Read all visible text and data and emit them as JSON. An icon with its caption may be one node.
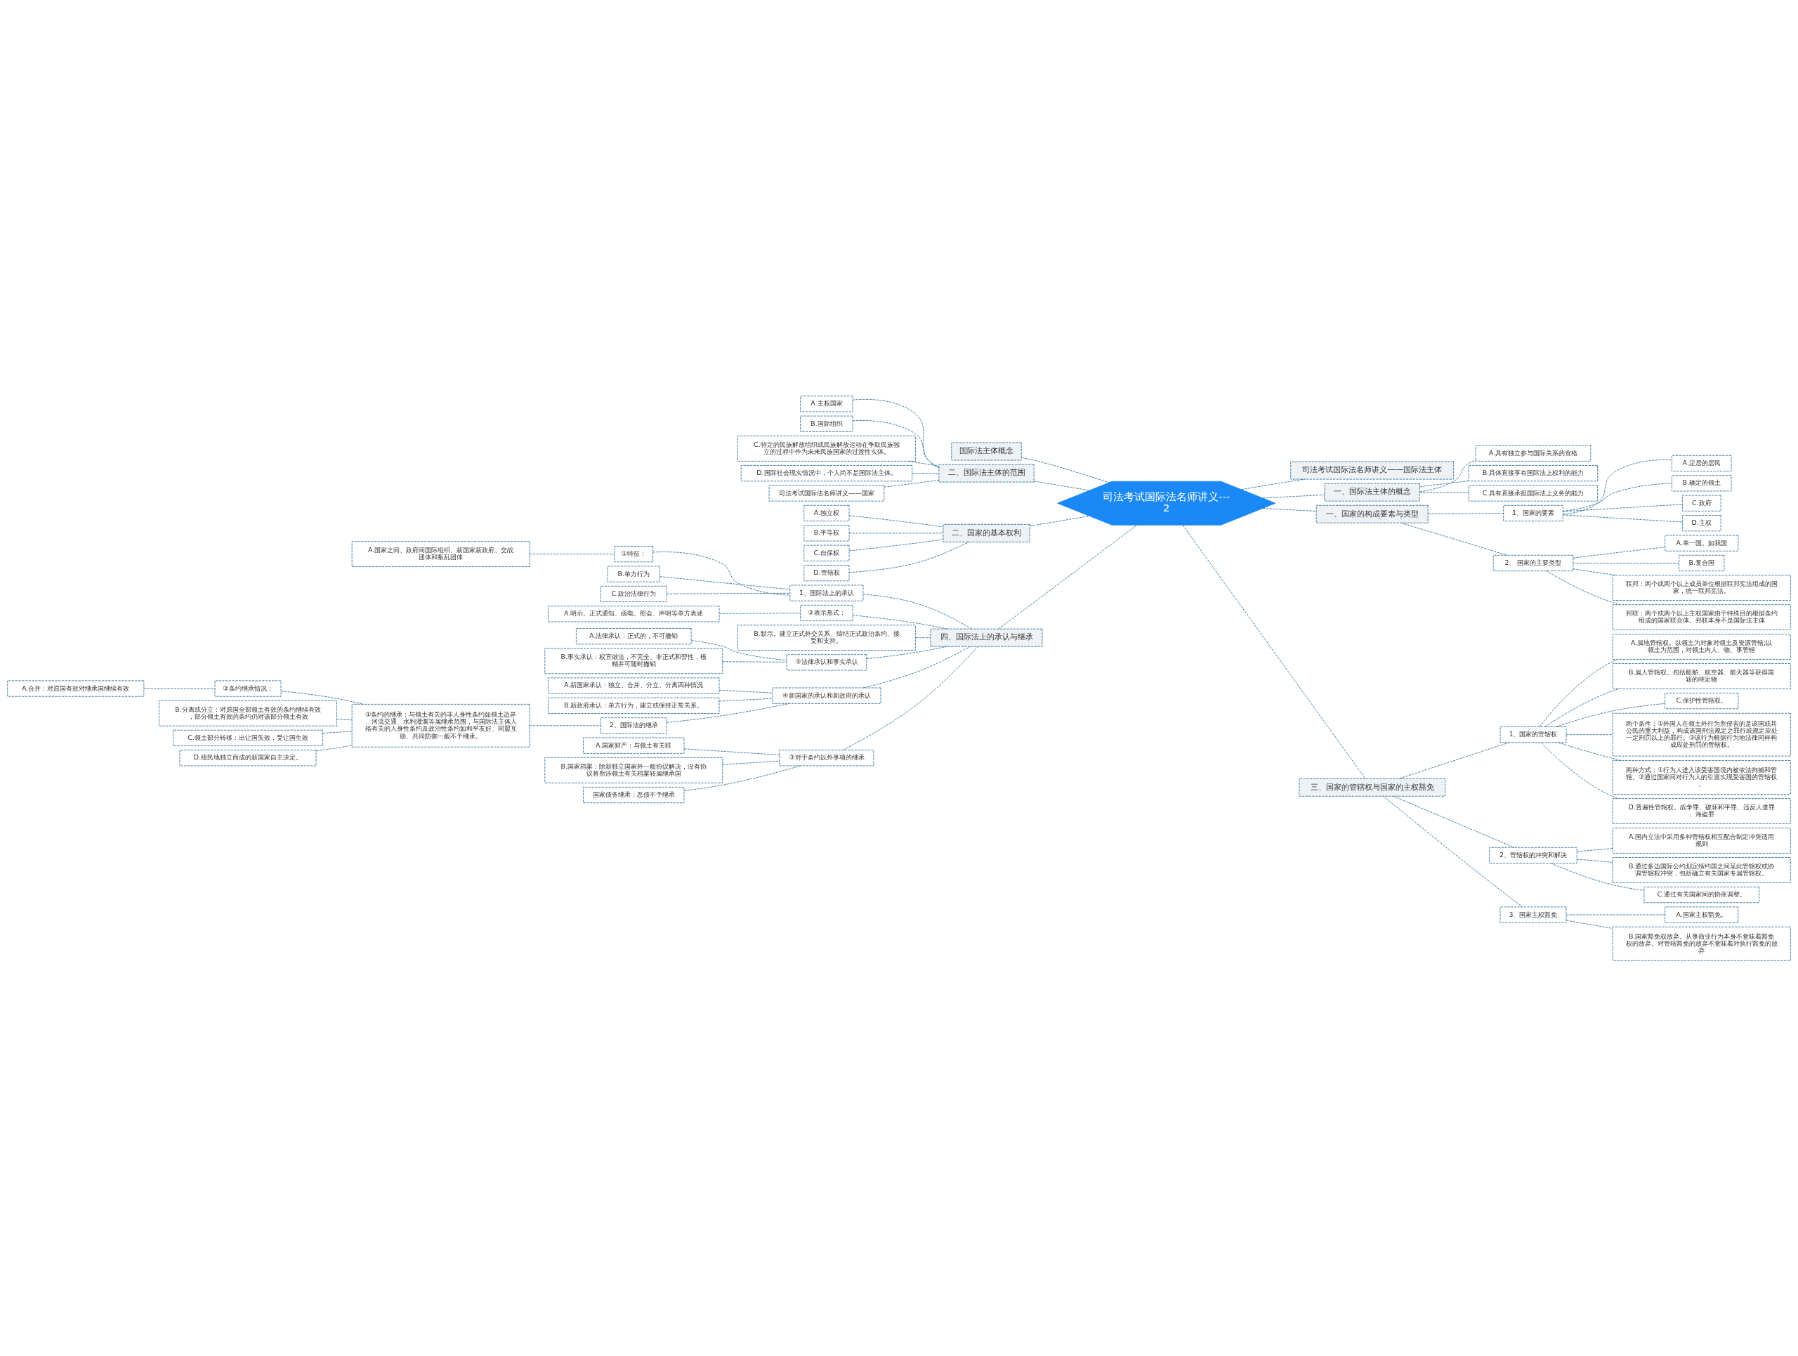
{
  "diagram": {
    "nodes": [
      {
        "text": [
          "司法考试国际法名师讲义---2"
        ]
      },
      {
        "text": [
          "国际法主体概念"
        ]
      },
      {
        "text": [
          "二、国际法主体的范围"
        ]
      },
      {
        "text": [
          "A.主权国家"
        ]
      },
      {
        "text": [
          "B.国际组织"
        ]
      },
      {
        "text": [
          "C.特定的民族解放组织或民族解放运动在争取民族独立的过程中作为未来民族国家的过渡性实体。"
        ]
      },
      {
        "text": [
          "D.国际社会现实情况中，个人尚不是国际法主体。"
        ]
      },
      {
        "text": [
          "司法考试国际法名师讲义——国家"
        ]
      },
      {
        "text": [
          "二、国家的基本权利"
        ]
      },
      {
        "text": [
          "A.独立权"
        ]
      },
      {
        "text": [
          "B.平等权"
        ]
      },
      {
        "text": [
          "C.自保权"
        ]
      },
      {
        "text": [
          "D.管辖权"
        ]
      },
      {
        "text": [
          "四、国际法上的承认与继承"
        ]
      },
      {
        "text": [
          "1、国际法上的承认"
        ]
      },
      {
        "text": [
          "①特征："
        ]
      },
      {
        "text": [
          "A.国家之间、政府间国际组织、新国家新政府、交战团体和叛乱团体"
        ]
      },
      {
        "text": [
          "B.单方行为"
        ]
      },
      {
        "text": [
          "C.政治法律行为"
        ]
      },
      {
        "text": [
          "②表示形式："
        ]
      },
      {
        "text": [
          "A.明示。正式通知、函电、照会、声明等单方表述"
        ]
      },
      {
        "text": [
          "B.默示。建立正式外交关系、缔结正式政治条约、接受和支持。"
        ]
      },
      {
        "text": [
          "③法律承认和事实承认"
        ]
      },
      {
        "text": [
          "A.法律承认：正式的，不可撤销"
        ]
      },
      {
        "text": [
          "B.事实承认：权宜做法，不完全、非正式和暂性，模糊并可随时撤销"
        ]
      },
      {
        "text": [
          "④新国家的承认和新政府的承认"
        ]
      },
      {
        "text": [
          "A.新国家承认：独立、合并、分立、分离四种情况"
        ]
      },
      {
        "text": [
          "B.新政府承认：单方行为，建立或保持正常关系。"
        ]
      },
      {
        "text": [
          "2、国际法的继承"
        ]
      },
      {
        "text": [
          "①条约的继承：与领土有关的非人身性条约如领土边界、河流交通、水利灌溉等属继承范围，与国际法主体人格有关的人身性条约及政治性条约如和平友好、同盟互助、共同防御一般不予继承。"
        ]
      },
      {
        "text": [
          "②条约继承情况："
        ]
      },
      {
        "text": [
          "A.合并：对原国有效对继承国继续有效"
        ]
      },
      {
        "text": [
          "B.分离或分立：对原国全部领土有效的条约继续有效，部分领土有效的条约仍对该部分领土有效"
        ]
      },
      {
        "text": [
          "C.领土部分转移：出让国失效，受让国生效"
        ]
      },
      {
        "text": [
          "D.殖民地独立而成的新国家自主决定。"
        ]
      },
      {
        "text": [
          "③对于条约以外事项的继承"
        ]
      },
      {
        "text": [
          "A.国家财产：与领土有关联"
        ]
      },
      {
        "text": [
          "B.国家档案：除新独立国家外一般协议解决，没有协议将所涉领土有关档案转属继承国"
        ]
      },
      {
        "text": [
          "国家债务继承：恶债不予继承"
        ]
      },
      {
        "text": [
          "司法考试国际法名师讲义——国际法主体"
        ]
      },
      {
        "text": [
          "一、国际法主体的概念"
        ]
      },
      {
        "text": [
          "A.具有独立参与国际关系的资格"
        ]
      },
      {
        "text": [
          "B.具体直接享有国际法上权利的能力"
        ]
      },
      {
        "text": [
          "C.具有直接承担国际法上义务的能力"
        ]
      },
      {
        "text": [
          "一、国家的构成要素与类型"
        ]
      },
      {
        "text": [
          "1、国家的要素"
        ]
      },
      {
        "text": [
          "A.定居的居民"
        ]
      },
      {
        "text": [
          "B.确定的领土"
        ]
      },
      {
        "text": [
          "C.政府"
        ]
      },
      {
        "text": [
          "D.主权"
        ]
      },
      {
        "text": [
          "2、 国家的主要类型"
        ]
      },
      {
        "text": [
          "A.单一国。如我国"
        ]
      },
      {
        "text": [
          "B.复合国"
        ]
      },
      {
        "text": [
          "联邦：两个或两个以上成员单位根据联邦宪法组成的国家，统一联邦宪法。"
        ]
      },
      {
        "text": [
          "邦联：两个或两个以上主权国家由于特殊目的根据条约组成的国家联合体。邦联本身不是国际法主体"
        ]
      },
      {
        "text": [
          "三、国家的管辖权与国家的主权豁免"
        ]
      },
      {
        "text": [
          "1、国家的管辖权"
        ]
      },
      {
        "text": [
          "A.属地管辖权。以领土为对象对领土及资源管辖;以领土为范围，对领土内人、物、事管辖"
        ]
      },
      {
        "text": [
          "B.属人管辖权。包括船舶、航空器、航天器等获得国籍的特定物"
        ]
      },
      {
        "text": [
          "C.保护性管辖权。"
        ]
      },
      {
        "text": [
          "两个条件：①外国人在领土外行为所侵害的是该国或其公民的重大利益，构成该国刑法规定之罪行或规定应处一定刑罚以上的罪行。②该行为根据行为地法律同样构成应处刑罚的管辖权。"
        ]
      },
      {
        "text": [
          "两种方式：①行为人进入该受害国境内被依法拘捕和管辖。②通过国家间对行为人的引渡实现受害国的管辖权。"
        ]
      },
      {
        "text": [
          "D.普遍性管辖权。战争罪、破坏和平罪、违反人道罪、海盗罪"
        ]
      },
      {
        "text": [
          "2、管辖权的冲突和解决"
        ]
      },
      {
        "text": [
          "A.国内立法中采用多种管辖权相互配合制定冲突适用规则"
        ]
      },
      {
        "text": [
          "B.通过多边国际公约划定缔约国之间某此管辖权或协调管辖权冲突，包括确立有关国家专属管辖权。"
        ]
      },
      {
        "text": [
          "C.通过有关国家间的协商调整。"
        ]
      },
      {
        "text": [
          "3、国家主权豁免"
        ]
      },
      {
        "text": [
          "A.国家主权豁免。"
        ]
      },
      {
        "text": [
          "B.国家豁免权放弃。从事商业行为本身不意味着豁免权的放弃。对管辖豁免的放弃不意味着对执行豁免的放弃"
        ]
      }
    ],
    "edges": [
      {
        "from": 1,
        "to": 0,
        "arrow": "none"
      },
      {
        "from": 2,
        "to": 0,
        "arrow": "none"
      },
      {
        "from": 3,
        "to": 2,
        "arrow": "none"
      },
      {
        "from": 4,
        "to": 2,
        "arrow": "none"
      },
      {
        "from": 5,
        "to": 2,
        "arrow": "none"
      },
      {
        "from": 6,
        "to": 2,
        "arrow": "none"
      },
      {
        "from": 7,
        "to": 2,
        "arrow": "none"
      },
      {
        "from": 8,
        "to": 0,
        "arrow": "none"
      },
      {
        "from": 9,
        "to": 8,
        "arrow": "none"
      },
      {
        "from": 10,
        "to": 8,
        "arrow": "none"
      },
      {
        "from": 11,
        "to": 8,
        "arrow": "none"
      },
      {
        "from": 12,
        "to": 8,
        "arrow": "none"
      },
      {
        "from": 13,
        "to": 0,
        "arrow": "none"
      },
      {
        "from": 14,
        "to": 13,
        "arrow": "none"
      },
      {
        "from": 15,
        "to": 14,
        "arrow": "none"
      },
      {
        "from": 16,
        "to": 15,
        "arrow": "none"
      },
      {
        "from": 17,
        "to": 14,
        "arrow": "none"
      },
      {
        "from": 18,
        "to": 14,
        "arrow": "none"
      },
      {
        "from": 19,
        "to": 13,
        "arrow": "none"
      },
      {
        "from": 20,
        "to": 19,
        "arrow": "none"
      },
      {
        "from": 21,
        "to": 13,
        "arrow": "none"
      },
      {
        "from": 22,
        "to": 13,
        "arrow": "none"
      },
      {
        "from": 23,
        "to": 22,
        "arrow": "none"
      },
      {
        "from": 24,
        "to": 22,
        "arrow": "none"
      },
      {
        "from": 25,
        "to": 13,
        "arrow": "none"
      },
      {
        "from": 26,
        "to": 25,
        "arrow": "none"
      },
      {
        "from": 27,
        "to": 25,
        "arrow": "none"
      },
      {
        "from": 28,
        "to": 25,
        "arrow": "none"
      },
      {
        "from": 29,
        "to": 28,
        "arrow": "none"
      },
      {
        "from": 30,
        "to": 29,
        "arrow": "none"
      },
      {
        "from": 31,
        "to": 30,
        "arrow": "none"
      },
      {
        "from": 32,
        "to": 29,
        "arrow": "none"
      },
      {
        "from": 33,
        "to": 29,
        "arrow": "none"
      },
      {
        "from": 34,
        "to": 29,
        "arrow": "none"
      },
      {
        "from": 35,
        "to": 13,
        "arrow": "none"
      },
      {
        "from": 36,
        "to": 35,
        "arrow": "none"
      },
      {
        "from": 37,
        "to": 35,
        "arrow": "none"
      },
      {
        "from": 38,
        "to": 35,
        "arrow": "none"
      },
      {
        "from": 0,
        "to": 39,
        "arrow": "none"
      },
      {
        "from": 0,
        "to": 40,
        "arrow": "none"
      },
      {
        "from": 40,
        "to": 41,
        "arrow": "none"
      },
      {
        "from": 40,
        "to": 42,
        "arrow": "none"
      },
      {
        "from": 40,
        "to": 43,
        "arrow": "none"
      },
      {
        "from": 0,
        "to": 44,
        "arrow": "none"
      },
      {
        "from": 44,
        "to": 45,
        "arrow": "none"
      },
      {
        "from": 45,
        "to": 46,
        "arrow": "none"
      },
      {
        "from": 45,
        "to": 47,
        "arrow": "none"
      },
      {
        "from": 45,
        "to": 48,
        "arrow": "none"
      },
      {
        "from": 45,
        "to": 49,
        "arrow": "none"
      },
      {
        "from": 44,
        "to": 50,
        "arrow": "none"
      },
      {
        "from": 50,
        "to": 51,
        "arrow": "none"
      },
      {
        "from": 50,
        "to": 52,
        "arrow": "none"
      },
      {
        "from": 50,
        "to": 53,
        "arrow": "none"
      },
      {
        "from": 50,
        "to": 54,
        "arrow": "none"
      },
      {
        "from": 0,
        "to": 55,
        "arrow": "none"
      },
      {
        "from": 55,
        "to": 56,
        "arrow": "none"
      },
      {
        "from": 56,
        "to": 57,
        "arrow": "none"
      },
      {
        "from": 56,
        "to": 58,
        "arrow": "none"
      },
      {
        "from": 56,
        "to": 59,
        "arrow": "none"
      },
      {
        "from": 56,
        "to": 60,
        "arrow": "none"
      },
      {
        "from": 56,
        "to": 61,
        "arrow": "none"
      },
      {
        "from": 56,
        "to": 62,
        "arrow": "none"
      },
      {
        "from": 55,
        "to": 63,
        "arrow": "none"
      },
      {
        "from": 63,
        "to": 64,
        "arrow": "none"
      },
      {
        "from": 63,
        "to": 65,
        "arrow": "none"
      },
      {
        "from": 63,
        "to": 66,
        "arrow": "none"
      },
      {
        "from": 55,
        "to": 67,
        "arrow": "none"
      },
      {
        "from": 67,
        "to": 68,
        "arrow": "none"
      },
      {
        "from": 67,
        "to": 69,
        "arrow": "none"
      }
    ]
  }
}
